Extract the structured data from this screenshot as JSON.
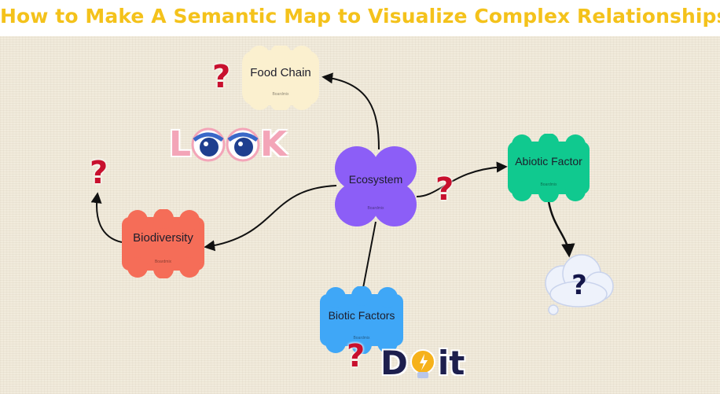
{
  "title": "How to Make A Semantic Map to Visualize Complex Relationships",
  "nodes": {
    "food_chain": {
      "label": "Food Chain",
      "brand": "Boardmix",
      "color": "#fbf0cf"
    },
    "ecosystem": {
      "label": "Ecosystem",
      "brand": "Boardmix",
      "color": "#8c5ef7"
    },
    "abiotic": {
      "label": "Abiotic Factor",
      "brand": "Boardmix",
      "color": "#10c98f"
    },
    "biodiversity": {
      "label": "Biodiversity",
      "brand": "Boardmix",
      "color": "#f56d58"
    },
    "biotic": {
      "label": "Biotic Factors",
      "brand": "Boardmix",
      "color": "#3fa7f7"
    }
  },
  "stickers": {
    "question_mark": "?",
    "look": {
      "first": "L",
      "last": "K",
      "color": "#f3a5b8"
    },
    "do_it": {
      "first": "D",
      "last": "it",
      "color": "#1d1f4e"
    }
  },
  "icons": [
    "question-mark-icon",
    "thought-cloud-icon",
    "eyes-icon",
    "lightbulb-icon"
  ],
  "colors": {
    "title": "#f4c21b",
    "question": "#c8102e",
    "background": "#f1ebdc"
  }
}
